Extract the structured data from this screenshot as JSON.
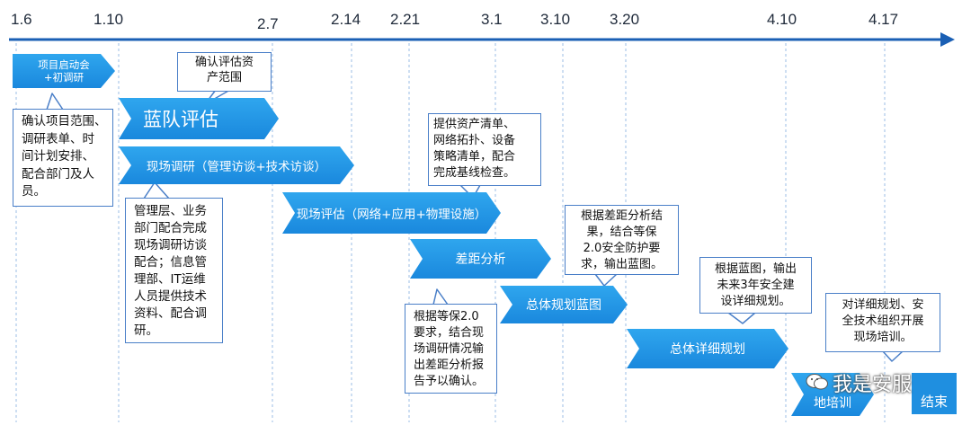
{
  "dates": [
    "1.6",
    "1.10",
    "2.7",
    "2.14",
    "2.21",
    "3.1",
    "3.10",
    "3.20",
    "4.10",
    "4.17"
  ],
  "phases": {
    "kickoff": "项目启动会\n+初调研",
    "blue_team": "蓝队评估",
    "field_research": "现场调研（管理访谈+技术访谈）",
    "field_assessment": "现场评估（网络+应用+物理设施）",
    "gap_analysis": "差距分析",
    "overall_blueprint": "总体规划蓝图",
    "detailed_plan": "总体详细规划",
    "onsite_training": "地培训",
    "end": "结束"
  },
  "notes": {
    "confirm_assets": "确认评估资\n产范围",
    "confirm_scope": "确认项目范围、\n调研表单、时\n间计划安排、\n配合部门及人\n员。",
    "provide_assets": "提供资产清单、\n网络拓扑、设备\n策略清单，配合\n完成基线检查。",
    "management_support": "管理层、业务\n部门配合完成\n现场调研访谈\n配合；信息管\n理部、IT运维\n人员提供技术\n资料、配合调\n研。",
    "gap_confirm": "根据等保2.0\n要求，结合现\n场调研情况输\n出差距分析报\n告予以确认。",
    "blueprint_output": "根据差距分析结\n果，结合等保\n2.0安全防护要\n求，输出蓝图。",
    "three_year_plan": "根据蓝图，输出\n未来3年安全建\n设详细规划。",
    "training": "对详细规划、安\n全技术组织开展\n现场培训。"
  },
  "watermark": "我是安服",
  "colors": {
    "axis": "#1a5fb4",
    "chevron": "#1a88dd",
    "box_border": "#4a7fc8",
    "guide": "#9bbde6"
  }
}
